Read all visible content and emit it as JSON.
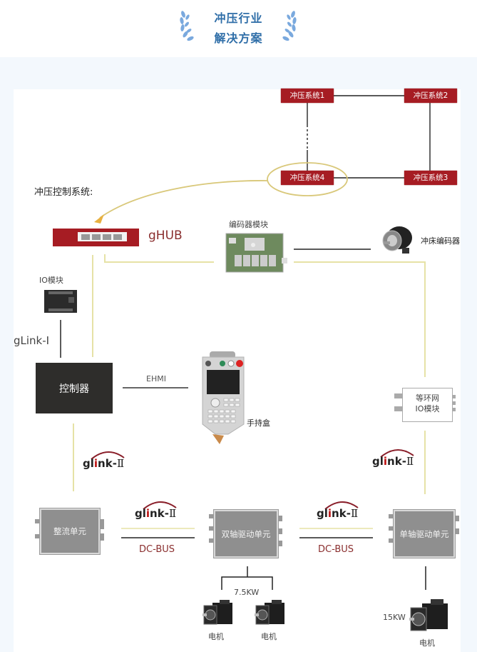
{
  "header": {
    "title_line1": "冲压行业",
    "title_line2": "解决方案",
    "decoration": "laurel-icon",
    "accent_color": "#2f6ea8",
    "laurel_color": "#7aa9de"
  },
  "diagram": {
    "network": {
      "systems": [
        {
          "id": "sys1",
          "label": "冲压系统1"
        },
        {
          "id": "sys2",
          "label": "冲压系统2"
        },
        {
          "id": "sys3",
          "label": "冲压系统3"
        },
        {
          "id": "sys4",
          "label": "冲压系统4"
        }
      ],
      "box_color": "#a61c23",
      "highlight_color": "#d9c87a"
    },
    "control_system_label": "冲压控制系统:",
    "ghub": {
      "label": "gHUB",
      "color": "#a61c23",
      "ports": 4
    },
    "encoder_module": {
      "label": "编码器模块"
    },
    "press_encoder": {
      "label": "冲床编码器"
    },
    "io_module": {
      "label": "IO模块"
    },
    "glink1_label": "gLink-I",
    "controller": {
      "label": "控制器"
    },
    "ehmi_label": "EHMI",
    "pendant": {
      "label": "手持盒"
    },
    "ring_io_module": {
      "line1": "等环网",
      "line2": "IO模块"
    },
    "glink2": {
      "prefix": "gl",
      "i_char": "i",
      "suffix": "nk-",
      "roman": "Ⅱ"
    },
    "rectifier": {
      "label": "整流单元"
    },
    "dual_axis_drive": {
      "label": "双轴驱动单元"
    },
    "single_axis_drive": {
      "label": "单轴驱动单元"
    },
    "dcbus_label": "DC-BUS",
    "dual_motor_power": "7.5KW",
    "single_motor_power": "15KW",
    "motor_label": "电机",
    "line_colors": {
      "signal": "#e6e2a6",
      "wire": "#222222"
    }
  }
}
